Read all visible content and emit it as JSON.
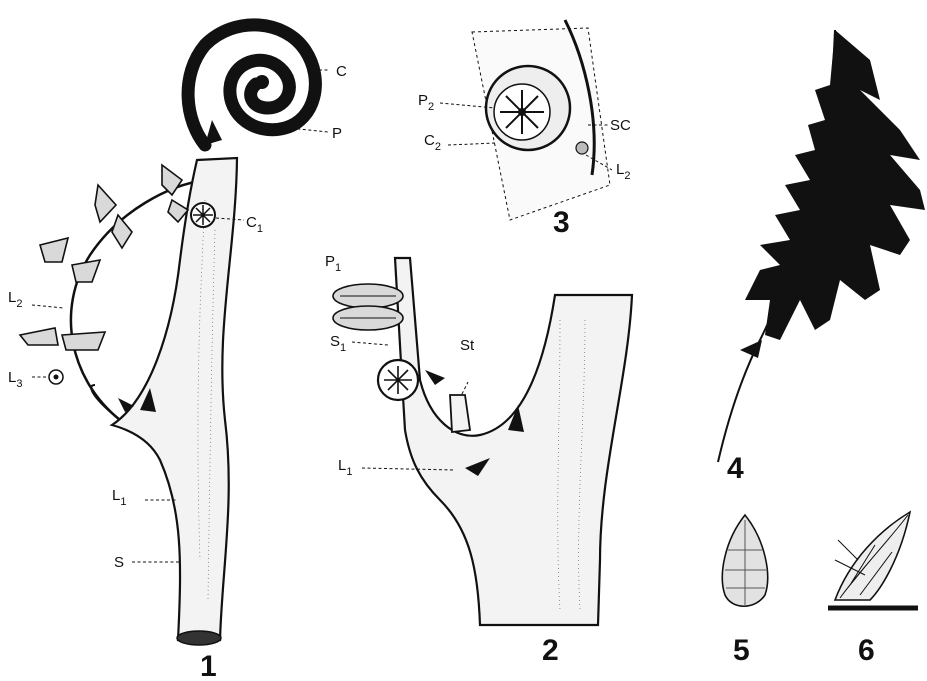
{
  "figure": {
    "panel_numbers": [
      "1",
      "2",
      "3",
      "4",
      "5",
      "6"
    ],
    "labels": {
      "c": "C",
      "p": "P",
      "c1": {
        "base": "C",
        "sub": "1"
      },
      "l2_fig1": {
        "base": "L",
        "sub": "2"
      },
      "l3": {
        "base": "L",
        "sub": "3"
      },
      "l1_fig1": {
        "base": "L",
        "sub": "1"
      },
      "s": "S",
      "p1": {
        "base": "P",
        "sub": "1"
      },
      "s1": {
        "base": "S",
        "sub": "1"
      },
      "st": "St",
      "l1_fig2": {
        "base": "L",
        "sub": "1"
      },
      "p2": {
        "base": "P",
        "sub": "2"
      },
      "c2": {
        "base": "C",
        "sub": "2"
      },
      "sc": "SC",
      "l2_fig3": {
        "base": "L",
        "sub": "2"
      }
    },
    "colors": {
      "ink": "#111111",
      "paper": "#ffffff"
    }
  }
}
